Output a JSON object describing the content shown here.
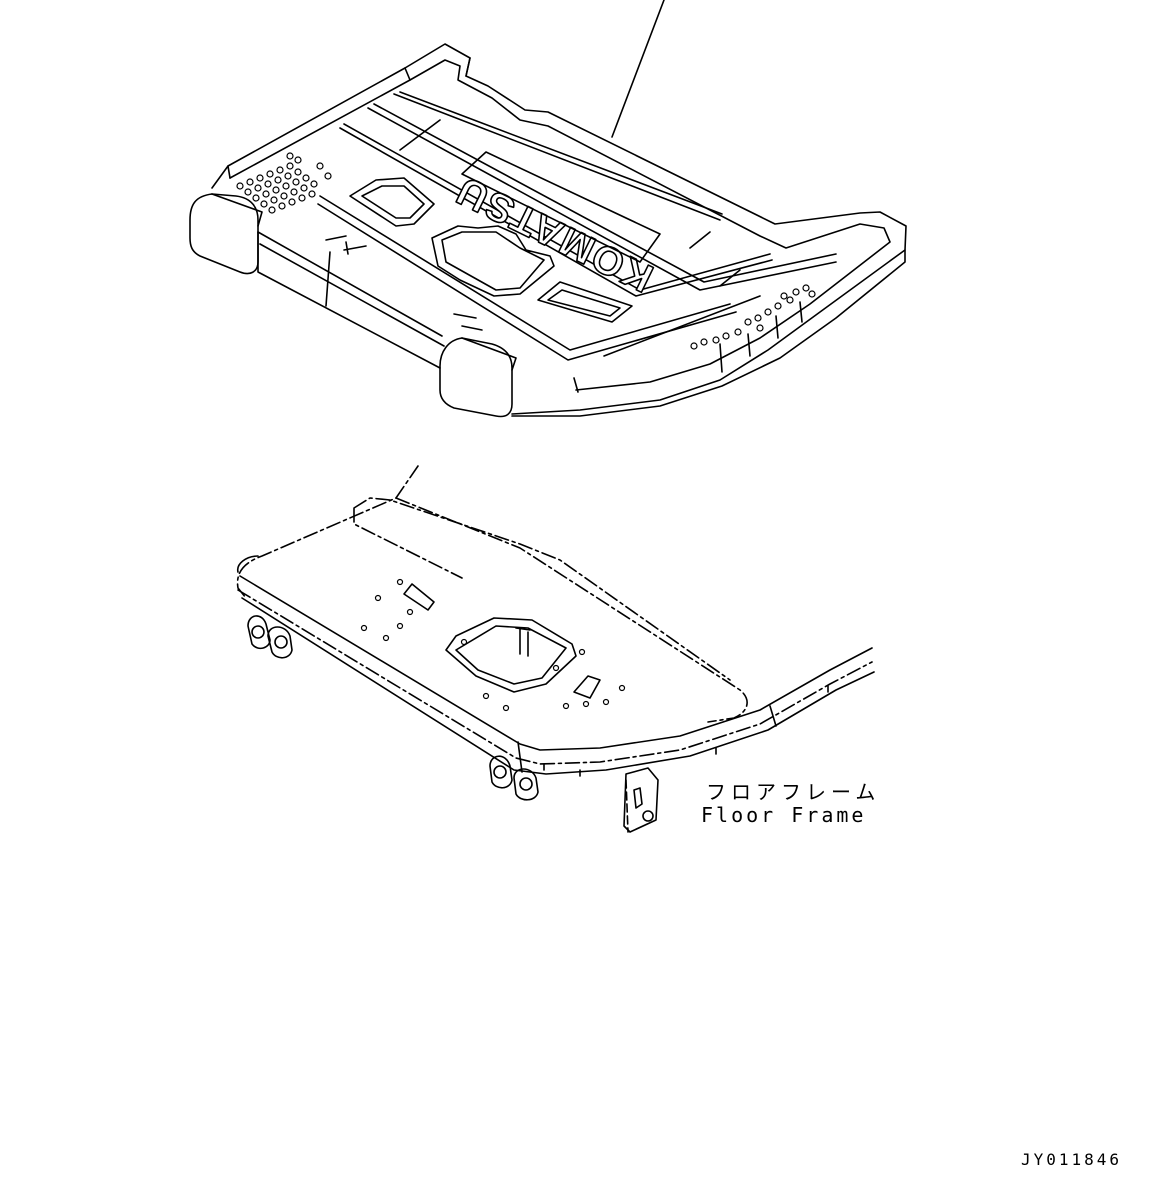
{
  "labels": {
    "part_name_jp": "フロアフレーム",
    "part_name_en": "Floor Frame",
    "drawing_code": "JY011846"
  },
  "logo_text": "KOMATSU",
  "colors": {
    "line": "#000000",
    "background": "#ffffff"
  }
}
